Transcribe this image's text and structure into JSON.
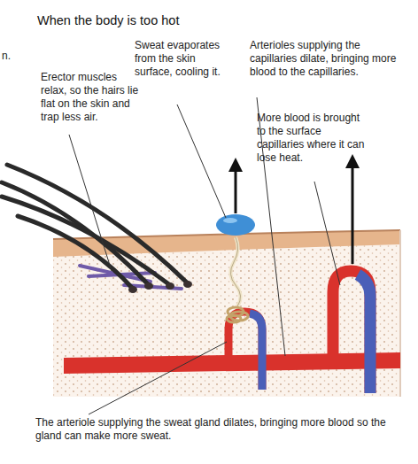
{
  "diagram": {
    "title": "When the body is too hot",
    "labels": [
      "n.",
      "Erector muscles relax, so the hairs lie flat on the skin and trap less air.",
      "Sweat evaporates from the skin surface, cooling it.",
      "Arterioles supplying the capillaries dilate, bringing more blood to the capillaries.",
      "More blood is brought to the surface capillaries where it can lose heat.",
      "The arteriole supplying the sweat gland dilates, bringing more blood so the gland can make more sweat."
    ]
  }
}
